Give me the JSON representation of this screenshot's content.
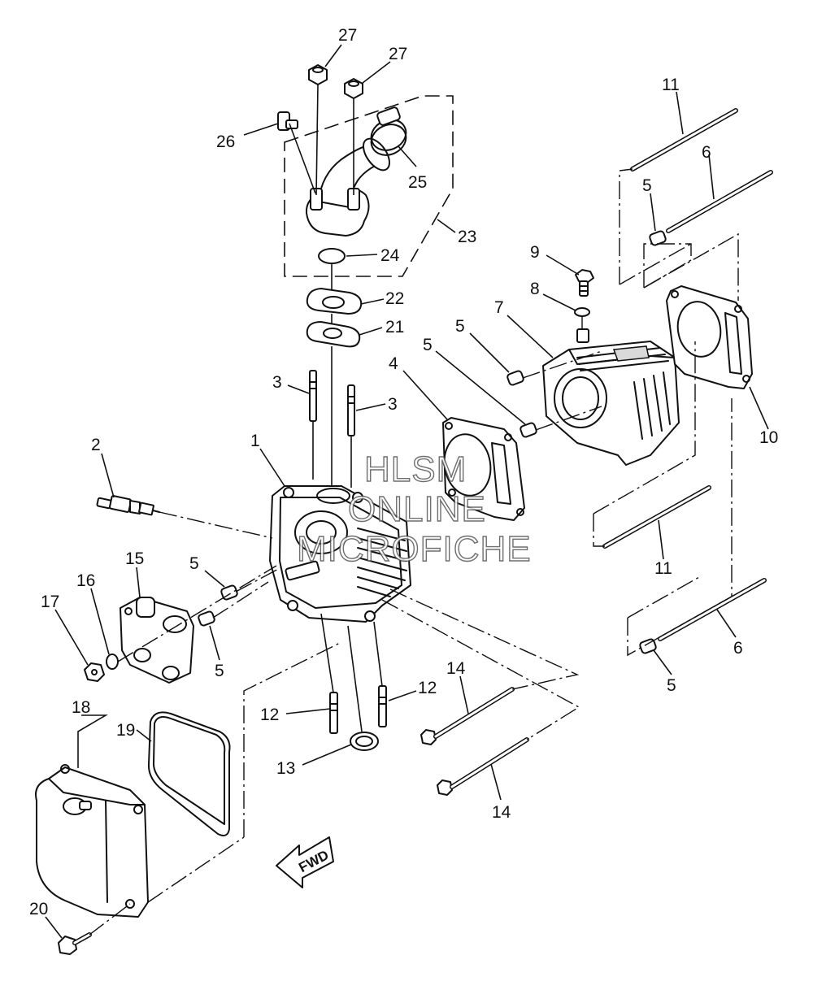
{
  "diagram": {
    "callouts": [
      {
        "id": "c27a",
        "text": "27"
      },
      {
        "id": "c27b",
        "text": "27"
      },
      {
        "id": "c26",
        "text": "26"
      },
      {
        "id": "c25",
        "text": "25"
      },
      {
        "id": "c23",
        "text": "23"
      },
      {
        "id": "c24",
        "text": "24"
      },
      {
        "id": "c22",
        "text": "22"
      },
      {
        "id": "c21",
        "text": "21"
      },
      {
        "id": "c3a",
        "text": "3"
      },
      {
        "id": "c3b",
        "text": "3"
      },
      {
        "id": "c2",
        "text": "2"
      },
      {
        "id": "c1",
        "text": "1"
      },
      {
        "id": "c4",
        "text": "4"
      },
      {
        "id": "c5a",
        "text": "5"
      },
      {
        "id": "c5b",
        "text": "5"
      },
      {
        "id": "c7",
        "text": "7"
      },
      {
        "id": "c8",
        "text": "8"
      },
      {
        "id": "c9",
        "text": "9"
      },
      {
        "id": "c11a",
        "text": "11"
      },
      {
        "id": "c6a",
        "text": "6"
      },
      {
        "id": "c5c",
        "text": "5"
      },
      {
        "id": "c10",
        "text": "10"
      },
      {
        "id": "c11b",
        "text": "11"
      },
      {
        "id": "c6b",
        "text": "6"
      },
      {
        "id": "c5d",
        "text": "5"
      },
      {
        "id": "c15",
        "text": "15"
      },
      {
        "id": "c16",
        "text": "16"
      },
      {
        "id": "c17",
        "text": "17"
      },
      {
        "id": "c5e",
        "text": "5"
      },
      {
        "id": "c5f",
        "text": "5"
      },
      {
        "id": "c14a",
        "text": "14"
      },
      {
        "id": "c12a",
        "text": "12"
      },
      {
        "id": "c12b",
        "text": "12"
      },
      {
        "id": "c13",
        "text": "13"
      },
      {
        "id": "c14b",
        "text": "14"
      },
      {
        "id": "c18",
        "text": "18"
      },
      {
        "id": "c19",
        "text": "19"
      },
      {
        "id": "c20",
        "text": "20"
      }
    ],
    "fwd_label": "FWD",
    "watermark": [
      "HLSM",
      "ONLINE",
      "MICROFICHE"
    ]
  }
}
